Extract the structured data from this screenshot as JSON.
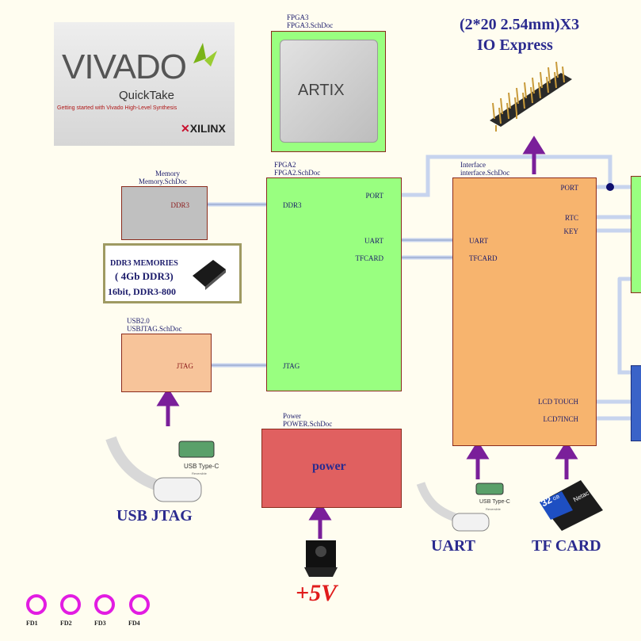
{
  "colors": {
    "fpga": "#99ff80",
    "memory": "#c0c0c0",
    "usb": "#f7c49a",
    "interface": "#f7b46e",
    "power": "#e06060",
    "wire": "#c7d4ee",
    "arrow": "#7a1f9a",
    "ring": "#e21ce2"
  },
  "vivado": {
    "logo": "VIVADO",
    "subtitle": "QuickTake",
    "tagline": "Getting started with Vivado High-Level Synthesis",
    "brand": "XILINX"
  },
  "fpga3": {
    "title": "FPGA3",
    "file": "FPGA3.SchDoc",
    "chip_text": "ARTIX"
  },
  "io_express": {
    "line1": "(2*20 2.54mm)X3",
    "line2": "IO Express"
  },
  "memory": {
    "title": "Memory",
    "file": "Memory.SchDoc",
    "port": "DDR3"
  },
  "ddr3_box": {
    "line1": "DDR3 MEMORIES",
    "line2": "( 4Gb DDR3)",
    "line3": "16bit, DDR3-800"
  },
  "fpga2": {
    "title": "FPGA2",
    "file": "FPGA2.SchDoc",
    "ports": {
      "ddr3": "DDR3",
      "port": "PORT",
      "uart": "UART",
      "tfcard": "TFCARD",
      "jtag": "JTAG"
    }
  },
  "usb": {
    "title": "USB2.0",
    "file": "USBJTAG.SchDoc",
    "port": "JTAG"
  },
  "interface": {
    "title": "Interface",
    "file": "interface.SchDoc",
    "ports": {
      "port": "PORT",
      "rtc": "RTC",
      "key": "KEY",
      "uart": "UART",
      "tfcard": "TFCARD",
      "lcd_touch": "LCD TOUCH",
      "lcd7inch": "LCD7INCH"
    }
  },
  "power": {
    "title": "Power",
    "file": "POWER.SchDoc",
    "label": "power"
  },
  "usbc_caption": "USB Type-C",
  "usbc_sub": "Reversible",
  "labels": {
    "usb_jtag": "USB JTAG",
    "uart": "UART",
    "tf_card": "TF CARD",
    "plus5v": "+5V"
  },
  "sdcard": {
    "brand": "Netac",
    "capacity": "32",
    "unit": "GB"
  },
  "fiducials": [
    "FD1",
    "FD2",
    "FD3",
    "FD4"
  ]
}
